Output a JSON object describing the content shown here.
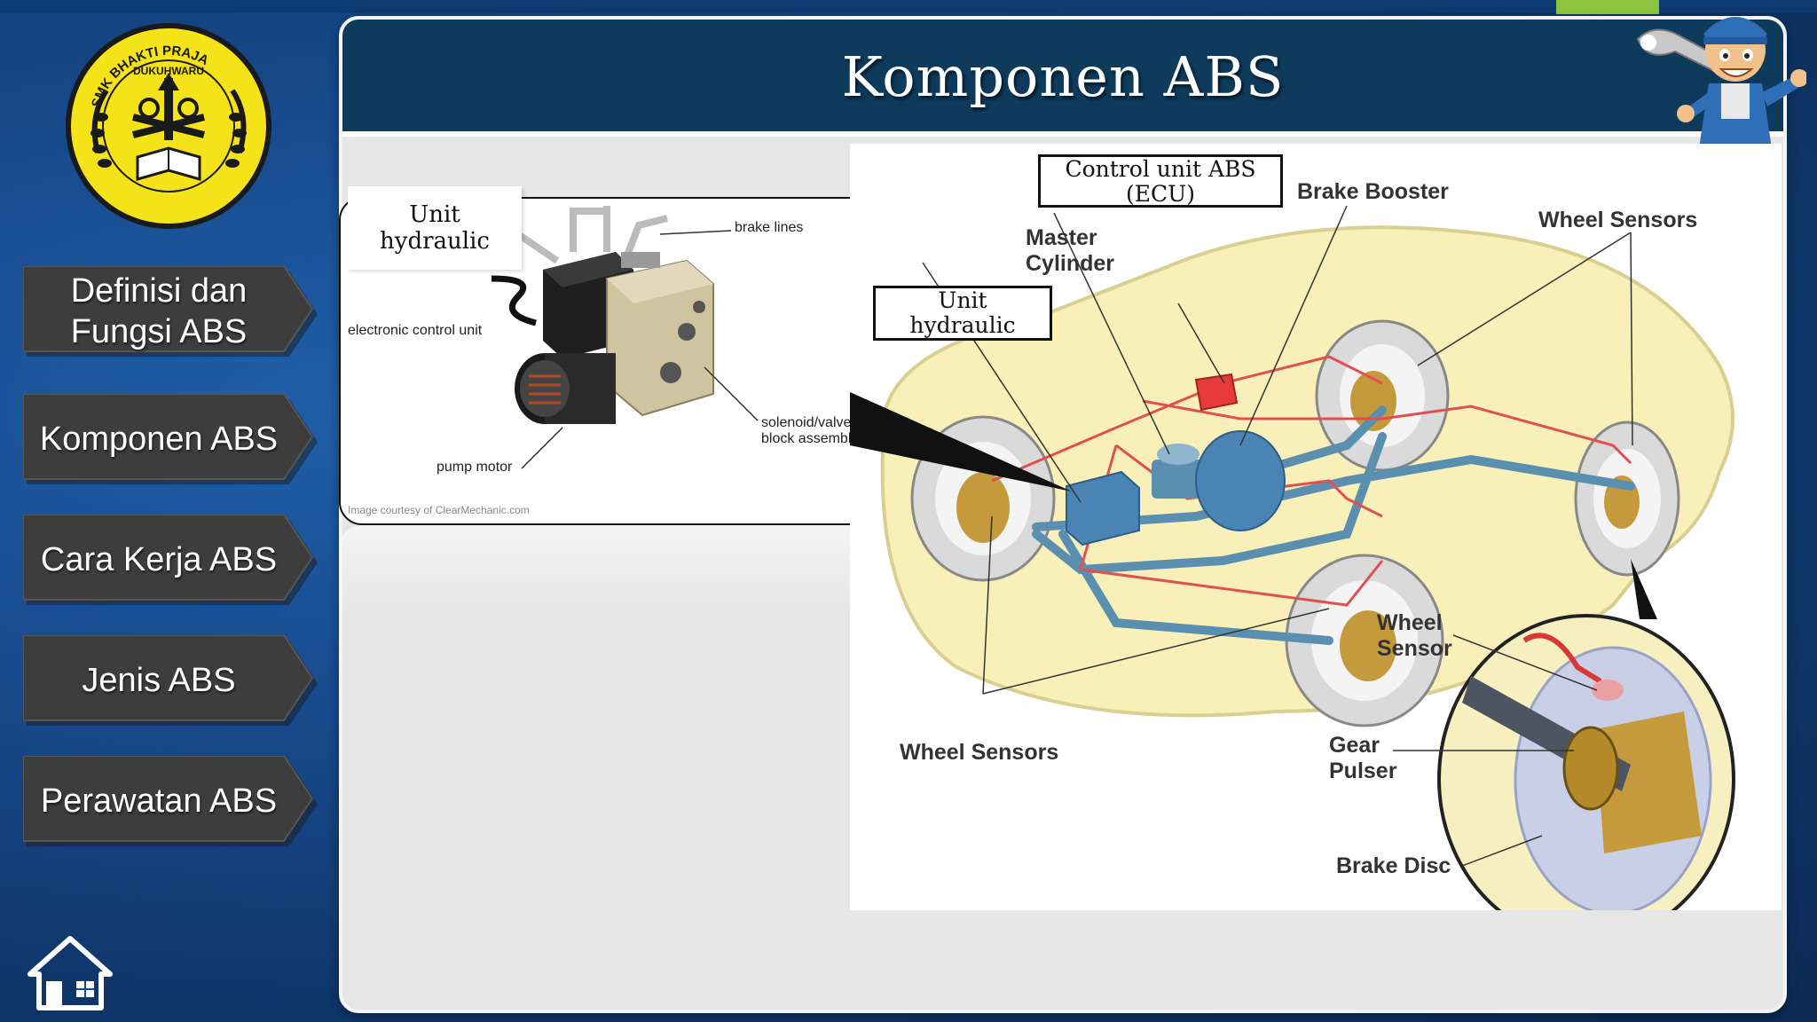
{
  "header": {
    "title": "Komponen ABS"
  },
  "logo": {
    "text_top": "SMK BHAKTI PRAJA",
    "text_bottom": "DUKUHWARU"
  },
  "nav": [
    {
      "label_1": "Definisi dan",
      "label_2": "Fungsi ABS"
    },
    {
      "label_1": "Komponen  ABS",
      "label_2": ""
    },
    {
      "label_1": "Cara Kerja ABS",
      "label_2": ""
    },
    {
      "label_1": "Jenis ABS",
      "label_2": ""
    },
    {
      "label_1": "Perawatan ABS",
      "label_2": ""
    }
  ],
  "hydraulic": {
    "title_1": "Unit",
    "title_2": "hydraulic",
    "brake_lines": "brake lines",
    "ecu": "electronic control unit",
    "solenoid_1": "solenoid/valve",
    "solenoid_2": "block assembly",
    "pump": "pump motor",
    "credit": "Image courtesy of ClearMechanic.com"
  },
  "diagram": {
    "ecu_1": "Control unit ABS",
    "ecu_2": "(ECU)",
    "brake_booster": "Brake Booster",
    "master_1": "Master",
    "master_2": "Cylinder",
    "unit_1": "Unit",
    "unit_2": "hydraulic",
    "wheel_sensors_top": "Wheel Sensors",
    "wheel_sensors_bottom": "Wheel Sensors",
    "wheel_sensor_1": "Wheel",
    "wheel_sensor_2": "Sensor",
    "gear_1": "Gear",
    "gear_2": "Pulser",
    "brake_disc": "Brake Disc"
  },
  "colors": {
    "header": "#0e3a5c",
    "background": "#174a8c",
    "nav": "#3a3a3a",
    "accent_green": "#8cc63f"
  }
}
